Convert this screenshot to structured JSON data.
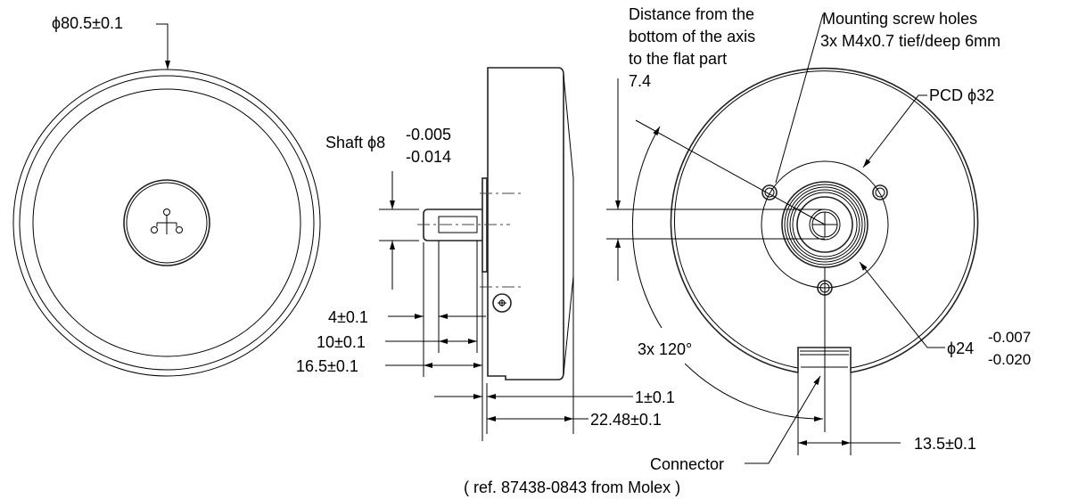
{
  "front_view": {
    "diameter_label": "ϕ80.5±0.1"
  },
  "side_view": {
    "shaft_label": "Shaft ϕ8",
    "shaft_tol_upper": "-0.005",
    "shaft_tol_lower": "-0.014",
    "dim_4": "4±0.1",
    "dim_10": "10±0.1",
    "dim_16_5": "16.5±0.1",
    "dim_1": "1±0.1",
    "dim_22_48": "22.48±0.1"
  },
  "rear_view": {
    "flat_note": [
      "Distance from the",
      "bottom of the axis",
      "to the flat part",
      "7.4"
    ],
    "mounting_note": [
      "Mounting screw holes",
      "3x M4x0.7 tief/deep 6mm"
    ],
    "pcd_label": "PCD ϕ32",
    "angle_label": "3x 120°",
    "hub_label": "ϕ24",
    "hub_tol_upper": "-0.007",
    "hub_tol_lower": "-0.020",
    "connector_width": "13.5±0.1",
    "connector_label": "Connector",
    "connector_ref": "( ref. 87438-0843 from Molex )"
  }
}
